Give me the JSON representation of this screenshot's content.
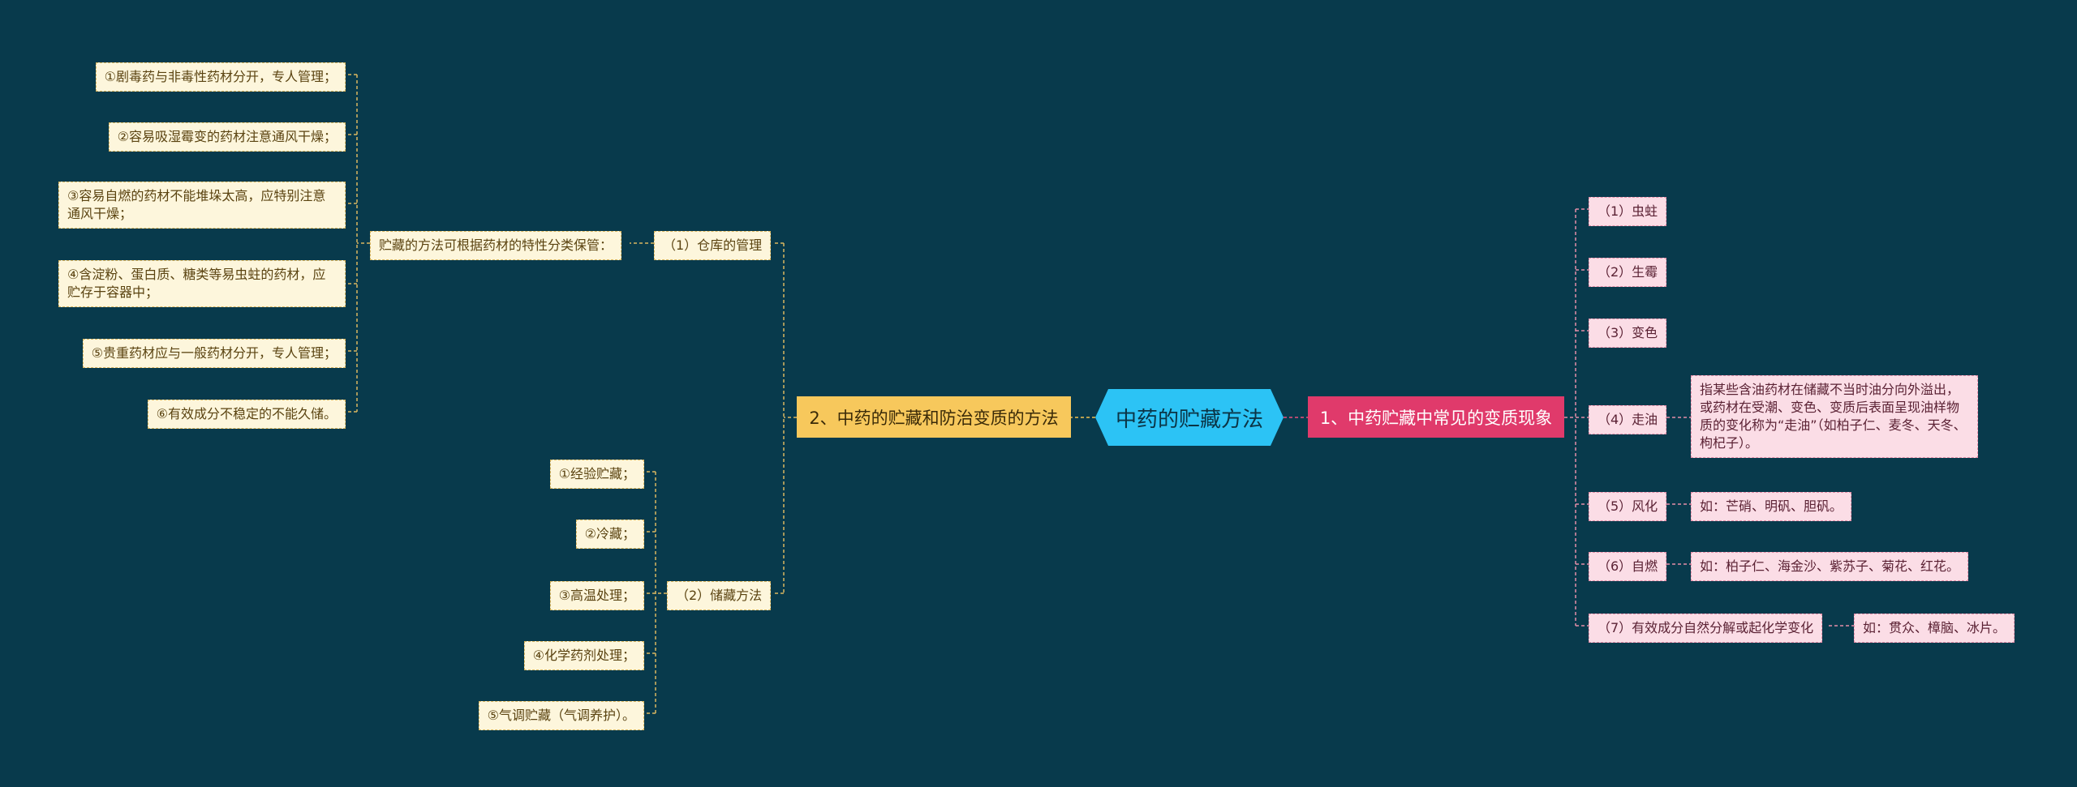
{
  "root": "中药的贮藏方法",
  "branch1": {
    "label": "1、中药贮藏中常见的变质现象",
    "items": [
      {
        "label": "（1）虫蛀"
      },
      {
        "label": "（2）生霉"
      },
      {
        "label": "（3）变色"
      },
      {
        "label": "（4）走油",
        "detail": "指某些含油药材在储藏不当时油分向外溢出，或药材在受潮、变色、变质后表面呈现油样物质的变化称为“走油”（如柏子仁、麦冬、天冬、枸杞子）。"
      },
      {
        "label": "（5）风化",
        "detail": "如：芒硝、明矾、胆矾。"
      },
      {
        "label": "（6）自燃",
        "detail": "如：柏子仁、海金沙、紫苏子、菊花、红花。"
      },
      {
        "label": "（7）有效成分自然分解或起化学变化",
        "detail": "如：贯众、樟脑、冰片。"
      }
    ]
  },
  "branch2": {
    "label": "2、中药的贮藏和防治变质的方法",
    "sub1": {
      "label": "（1）仓库的管理",
      "mid": "贮藏的方法可根据药材的特性分类保管：",
      "items": [
        "①剧毒药与非毒性药材分开，专人管理；",
        "②容易吸湿霉变的药材注意通风干燥；",
        "③容易自燃的药材不能堆垛太高，应特别注意通风干燥；",
        "④含淀粉、蛋白质、糖类等易虫蛀的药材，应贮存于容器中；",
        "⑤贵重药材应与一般药材分开，专人管理；",
        "⑥有效成分不稳定的不能久储。"
      ]
    },
    "sub2": {
      "label": "（2）储藏方法",
      "items": [
        "①经验贮藏；",
        "②冷藏；",
        "③高温处理；",
        "④化学药剂处理；",
        "⑤气调贮藏（气调养护）。"
      ]
    }
  },
  "colors": {
    "background": "#083a4c",
    "root": "#2cc3f5",
    "branch1": "#e03a6b",
    "branch2": "#f7c85c",
    "pink_node": "#fbdde6",
    "cream_node": "#fdf6dc"
  }
}
